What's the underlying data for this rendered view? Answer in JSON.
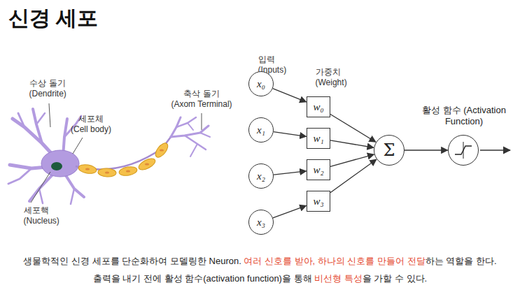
{
  "diagram": {
    "title": "신경 세포",
    "caption": "생물학적인 신경 세포를 단순화하여 모델링한 Neuron. 여러 신호를 받아, 하나의 신호를 만들어 전달하는 역할을 한다. 출력을 내기 전에 활성 함수(activation function)을 통해 비선형 특성을 가할 수 있다.",
    "nodes": [
      {
        "text": [
          "x₀"
        ]
      },
      {
        "text": [
          "x₁"
        ]
      },
      {
        "text": [
          "x₂"
        ]
      },
      {
        "text": [
          "x₃"
        ]
      },
      {
        "text": [
          "w₀"
        ]
      },
      {
        "text": [
          "w₁"
        ]
      },
      {
        "text": [
          "w₂"
        ]
      },
      {
        "text": [
          "w₃"
        ]
      },
      {
        "text": [
          "Σ"
        ]
      },
      {
        "text": [
          "활성 함수 (Activation Function)"
        ]
      }
    ],
    "edges": [
      {
        "from": 0,
        "to": 4,
        "arrow": "to"
      },
      {
        "from": 1,
        "to": 5,
        "arrow": "to"
      },
      {
        "from": 2,
        "to": 6,
        "arrow": "to"
      },
      {
        "from": 3,
        "to": 7,
        "arrow": "to"
      },
      {
        "from": 4,
        "to": 8,
        "arrow": "to"
      },
      {
        "from": 5,
        "to": 8,
        "arrow": "to"
      },
      {
        "from": 6,
        "to": 8,
        "arrow": "to"
      },
      {
        "from": 7,
        "to": 8,
        "arrow": "to"
      },
      {
        "from": 8,
        "to": 9,
        "arrow": "to"
      }
    ],
    "labels": [
      "수상 돌기 (Dendrite)",
      "세포체 (Cell body)",
      "세포핵 (Nucleus)",
      "축삭 돌기 (Axom Terminal)",
      "입력 (Inputs)",
      "가중치 (Weight)"
    ]
  }
}
